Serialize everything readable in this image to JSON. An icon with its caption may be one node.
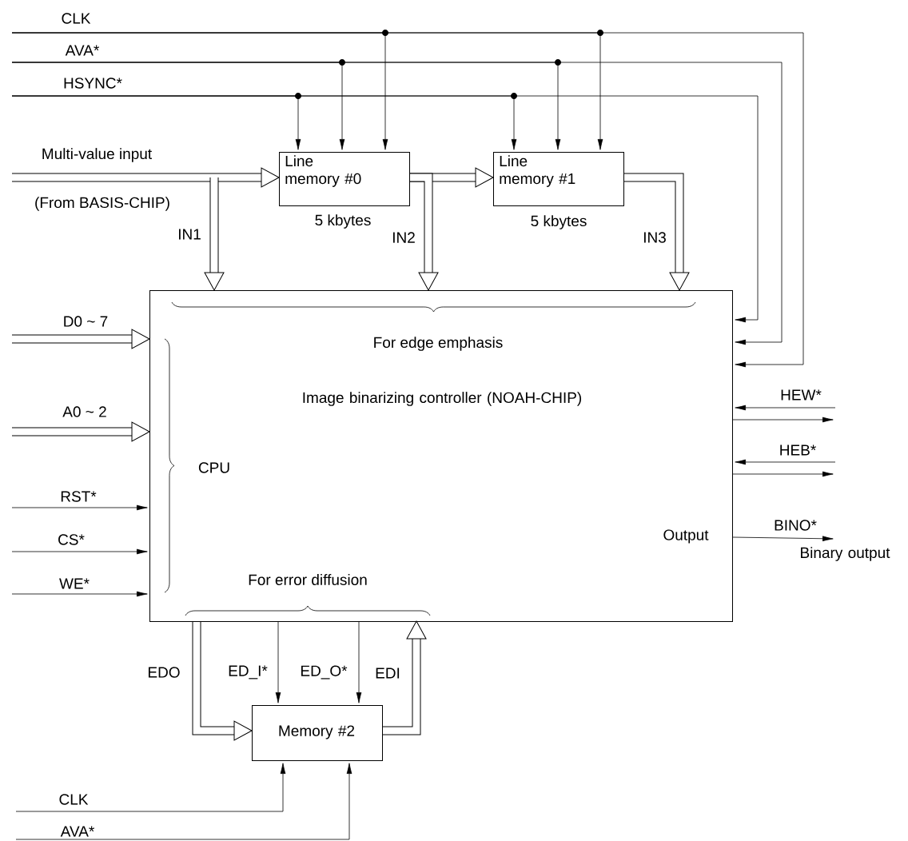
{
  "diagram": {
    "nodes": [
      {
        "text": [
          "Image binarizing controller (NOAH-CHIP)"
        ]
      },
      {
        "text": [
          "Line memory #0"
        ],
        "beside": [
          "5 kbytes"
        ]
      },
      {
        "text": [
          "Line memory #1"
        ],
        "beside": [
          "5 kbytes"
        ]
      },
      {
        "text": [
          "Memory #2"
        ]
      },
      {
        "text": [
          "Binary output"
        ]
      }
    ],
    "edges": [
      {
        "from": null,
        "to": 0,
        "arrow": "to",
        "label": "CLK"
      },
      {
        "from": null,
        "to": 1,
        "arrow": "to"
      },
      {
        "from": null,
        "to": 2,
        "arrow": "to"
      },
      {
        "from": null,
        "to": 0,
        "arrow": "to",
        "label": "AVA*"
      },
      {
        "from": null,
        "to": 1,
        "arrow": "to"
      },
      {
        "from": null,
        "to": 2,
        "arrow": "to"
      },
      {
        "from": null,
        "to": 0,
        "arrow": "to",
        "label": "HSYNC*"
      },
      {
        "from": null,
        "to": 1,
        "arrow": "to"
      },
      {
        "from": null,
        "to": 2,
        "arrow": "to"
      },
      {
        "from": null,
        "to": 1,
        "arrow": "to",
        "label": "Multi-value input",
        "style": "thick"
      },
      {
        "from": null,
        "to": 0,
        "arrow": "to",
        "label": "IN1",
        "style": "thick"
      },
      {
        "from": 1,
        "to": 2,
        "arrow": "to",
        "style": "thick"
      },
      {
        "from": 1,
        "to": 0,
        "arrow": "to",
        "label": "IN2",
        "style": "thick"
      },
      {
        "from": 2,
        "to": 0,
        "arrow": "to",
        "label": "IN3",
        "style": "thick"
      },
      {
        "from": null,
        "to": 0,
        "arrow": "to",
        "label": "D0 ~ 7",
        "style": "thick"
      },
      {
        "from": null,
        "to": 0,
        "arrow": "to",
        "label": "A0 ~ 2",
        "style": "thick"
      },
      {
        "from": null,
        "to": 0,
        "arrow": "to",
        "label": "RST*"
      },
      {
        "from": null,
        "to": 0,
        "arrow": "to",
        "label": "CS*"
      },
      {
        "from": null,
        "to": 0,
        "arrow": "to",
        "label": "WE*"
      },
      {
        "from": null,
        "to": 0,
        "arrow": "to",
        "label": "HEW*"
      },
      {
        "from": 0,
        "to": null,
        "arrow": "to"
      },
      {
        "from": null,
        "to": 0,
        "arrow": "to",
        "label": "HEB*"
      },
      {
        "from": 0,
        "to": null,
        "arrow": "to"
      },
      {
        "from": 0,
        "to": 4,
        "arrow": "to",
        "label": "BINO*"
      },
      {
        "from": 0,
        "to": 3,
        "arrow": "to",
        "label": "EDO",
        "style": "thick"
      },
      {
        "from": 0,
        "to": 3,
        "arrow": "to",
        "label": "ED_I*"
      },
      {
        "from": 0,
        "to": 3,
        "arrow": "to",
        "label": "ED_O*"
      },
      {
        "from": 3,
        "to": 0,
        "arrow": "to",
        "label": "EDI",
        "style": "thick"
      },
      {
        "from": null,
        "to": 3,
        "arrow": "to",
        "label": "CLK"
      },
      {
        "from": null,
        "to": 3,
        "arrow": "to",
        "label": "AVA*"
      }
    ],
    "labels": [
      "(From BASIS-CHIP)",
      "For edge emphasis",
      "CPU",
      "For error diffusion",
      "Output"
    ]
  }
}
